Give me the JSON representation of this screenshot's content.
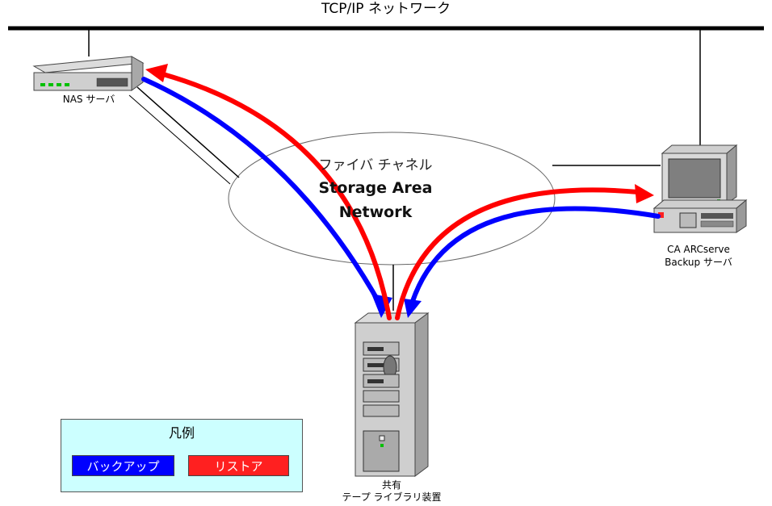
{
  "network": {
    "title": "TCP/IP ネットワーク"
  },
  "nas": {
    "label": "NAS サーバ"
  },
  "san": {
    "line1": "ファイバ チャネル",
    "line2": "Storage Area",
    "line3": "Network"
  },
  "backup_server": {
    "label_line1": "CA ARCserve",
    "label_line2": "Backup サーバ"
  },
  "tape_library": {
    "label_line1": "共有",
    "label_line2": "テープ ライブラリ装置"
  },
  "legend": {
    "title": "凡例",
    "backup_label": "バックアップ",
    "restore_label": "リストア",
    "backup_color": "#0000ff",
    "restore_color": "#ff0000"
  }
}
